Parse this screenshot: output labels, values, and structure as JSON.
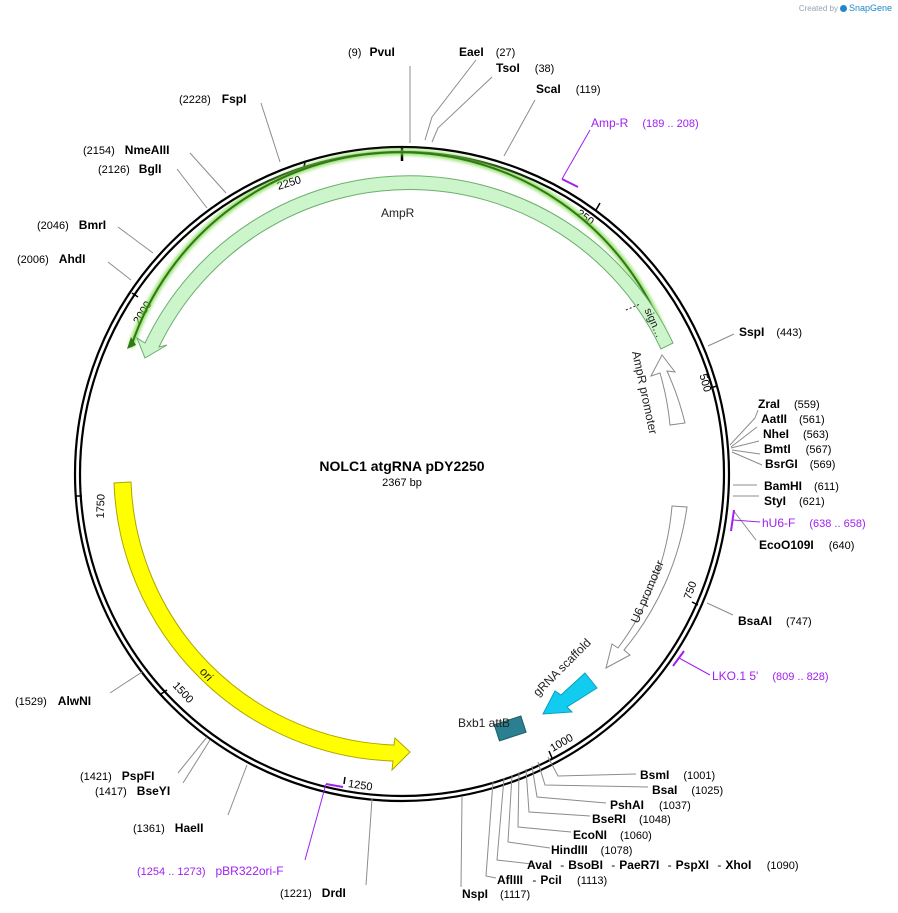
{
  "brand": {
    "created_by": "Created by",
    "name": "SnapGene"
  },
  "plasmid": {
    "name": "NOLC1 atgRNA pDY2250",
    "length_label": "2367 bp",
    "length": 2367
  },
  "ticks": [
    {
      "value": 250,
      "label": "250"
    },
    {
      "value": 500,
      "label": "500"
    },
    {
      "value": 750,
      "label": "750"
    },
    {
      "value": 1000,
      "label": "1000"
    },
    {
      "value": 1250,
      "label": "1250"
    },
    {
      "value": 1500,
      "label": "1500"
    },
    {
      "value": 1750,
      "label": "1750"
    },
    {
      "value": 2000,
      "label": "2000"
    },
    {
      "value": 2250,
      "label": "2250"
    }
  ],
  "features": [
    {
      "key": "ampr",
      "label": "AmpR",
      "color": "#ccf5cc",
      "stroke": "#5aa85a"
    },
    {
      "key": "sig",
      "label": "sign…",
      "color": "#ccf5cc",
      "stroke": "#5aa85a"
    },
    {
      "key": "ampr_promoter",
      "label": "AmpR promoter",
      "color": "#ffffff",
      "stroke": "#8a8a8a"
    },
    {
      "key": "u6",
      "label": "U6 promoter",
      "color": "#ffffff",
      "stroke": "#8a8a8a"
    },
    {
      "key": "scaffold",
      "label": "gRNA scaffold",
      "color": "#11ccee",
      "stroke": "#0aa0c0"
    },
    {
      "key": "bxb1",
      "label": "Bxb1 attB",
      "color": "#2a7f90",
      "stroke": "#1d5c68"
    },
    {
      "key": "ori",
      "label": "ori",
      "color": "#ffff00",
      "stroke": "#b0a500"
    }
  ],
  "enzymes": [
    {
      "name": "PvuI",
      "pos": "(9)"
    },
    {
      "name": "EaeI",
      "pos": "(27)"
    },
    {
      "name": "TsoI",
      "pos": "(38)"
    },
    {
      "name": "ScaI",
      "pos": "(119)"
    },
    {
      "name": "SspI",
      "pos": "(443)"
    },
    {
      "name": "ZraI",
      "pos": "(559)"
    },
    {
      "name": "AatII",
      "pos": "(561)"
    },
    {
      "name": "NheI",
      "pos": "(563)"
    },
    {
      "name": "BmtI",
      "pos": "(567)"
    },
    {
      "name": "BsrGI",
      "pos": "(569)"
    },
    {
      "name": "BamHI",
      "pos": "(611)"
    },
    {
      "name": "StyI",
      "pos": "(621)"
    },
    {
      "name": "EcoO109I",
      "pos": "(640)"
    },
    {
      "name": "BsaAI",
      "pos": "(747)"
    },
    {
      "name": "BsmI",
      "pos": "(1001)"
    },
    {
      "name": "BsaI",
      "pos": "(1025)"
    },
    {
      "name": "PshAI",
      "pos": "(1037)"
    },
    {
      "name": "BseRI",
      "pos": "(1048)"
    },
    {
      "name": "EcoNI",
      "pos": "(1060)"
    },
    {
      "name": "HindIII",
      "pos": "(1078)"
    },
    {
      "name": "AvaI",
      "name2": "BsoBI",
      "name3": "PaeR7I",
      "name4": "PspXI",
      "name5": "XhoI",
      "pos": "(1090)"
    },
    {
      "name": "AflIII",
      "name2": "PciI",
      "pos": "(1113)"
    },
    {
      "name": "NspI",
      "pos": "(1117)"
    },
    {
      "name": "DrdI",
      "pos": "(1221)"
    },
    {
      "name": "HaeII",
      "pos": "(1361)"
    },
    {
      "name": "BseYI",
      "pos": "(1417)"
    },
    {
      "name": "PspFI",
      "pos": "(1421)"
    },
    {
      "name": "AlwNI",
      "pos": "(1529)"
    },
    {
      "name": "AhdI",
      "pos": "(2006)"
    },
    {
      "name": "BmrI",
      "pos": "(2046)"
    },
    {
      "name": "BglI",
      "pos": "(2126)"
    },
    {
      "name": "NmeAIII",
      "pos": "(2154)"
    },
    {
      "name": "FspI",
      "pos": "(2228)"
    }
  ],
  "primers": [
    {
      "name": "Amp-R",
      "range": "(189 .. 208)"
    },
    {
      "name": "hU6-F",
      "range": "(638 .. 658)"
    },
    {
      "name": "LKO.1 5'",
      "range": "(809 .. 828)"
    },
    {
      "name": "pBR322ori-F",
      "range": "(1254 .. 1273)"
    }
  ],
  "colors": {
    "primer": "#a020f0",
    "backbone": "#000000",
    "tick_line": "#8c8c8c"
  }
}
